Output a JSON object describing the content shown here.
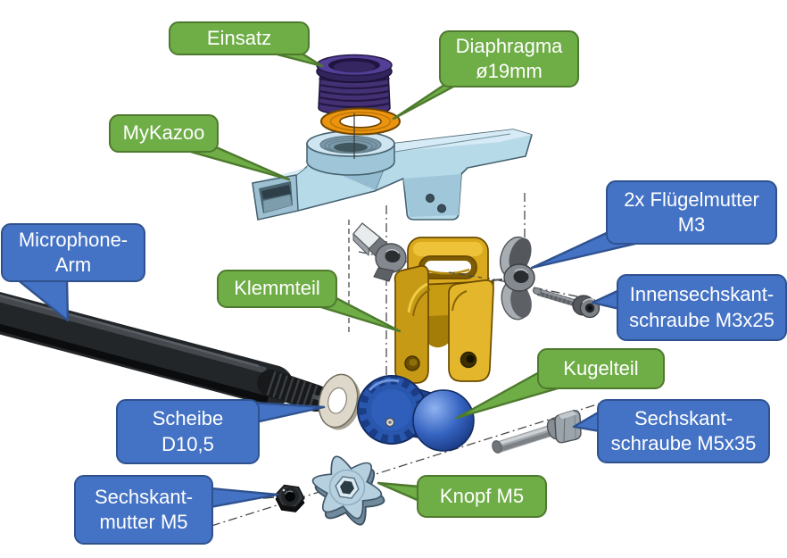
{
  "diagram": "exploded-assembly-kazoo-microphone-mount",
  "colors": {
    "green_fill": "#6FAD47",
    "green_border": "#4E7A2E",
    "blue_fill": "#4472C4",
    "blue_border": "#2F528F",
    "label_text": "#FFFFFF",
    "background": "#FFFFFF"
  },
  "part_colors": {
    "insert": "#443173",
    "diaphragm": "#EA9410",
    "kazoo_body": "#B7DAE9",
    "klemmteil": "#D9A91E",
    "kugelteil": "#2A57AE",
    "knopf": "#B7D0DF",
    "microphone_arm": "#232629",
    "washer": "#DDD8C9",
    "hardware_gray": "#84898F",
    "hex_nut": "#313438"
  },
  "labels": {
    "einsatz": {
      "text": "Einsatz",
      "color": "green"
    },
    "diaphragma": {
      "text": "Diaphragma\nø19mm",
      "color": "green"
    },
    "mykazoo": {
      "text": "MyKazoo",
      "color": "green"
    },
    "microphone_arm": {
      "text": "Microphone-\nArm",
      "color": "blue"
    },
    "klemmteil": {
      "text": "Klemmteil",
      "color": "green"
    },
    "fluegelmutter": {
      "text": "2x Flügelmutter\nM3",
      "color": "blue"
    },
    "innensechskantschraube": {
      "text": "Innensechskant-\nschraube M3x25",
      "color": "blue"
    },
    "kugelteil": {
      "text": "Kugelteil",
      "color": "green"
    },
    "scheibe": {
      "text": "Scheibe\nD10,5",
      "color": "blue"
    },
    "sechskantschraube": {
      "text": "Sechskant-\nschraube M5x35",
      "color": "blue"
    },
    "knopf": {
      "text": "Knopf M5",
      "color": "green"
    },
    "sechskantmutter": {
      "text": "Sechskant-\nmutter M5",
      "color": "blue"
    }
  }
}
